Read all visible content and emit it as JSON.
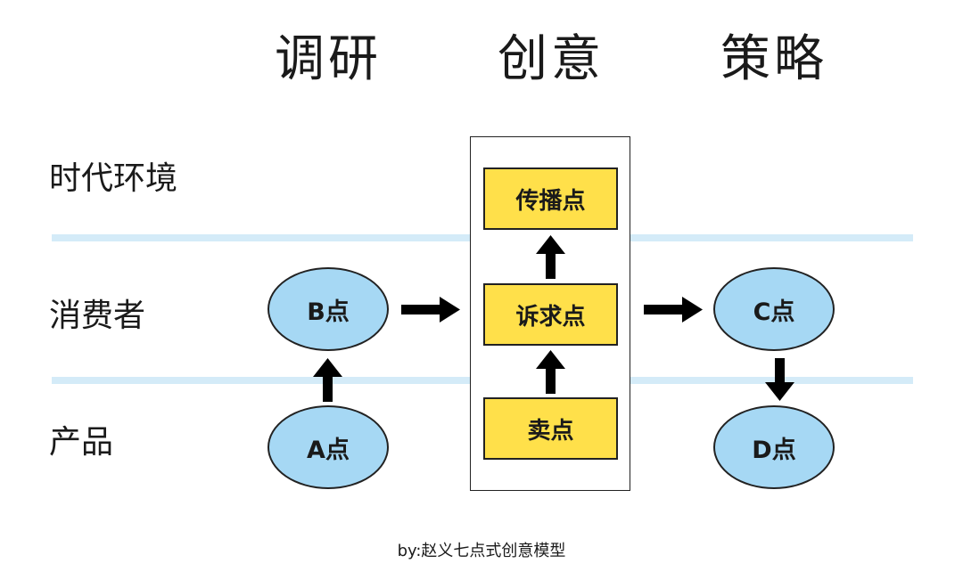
{
  "headers": {
    "research": "调研",
    "idea": "创意",
    "strategy": "策略"
  },
  "rows": {
    "era": "时代环境",
    "consumer": "消费者",
    "product": "产品"
  },
  "center_boxes": {
    "spread": "传播点",
    "appeal": "诉求点",
    "sell": "卖点"
  },
  "points": {
    "a": "A点",
    "b": "B点",
    "c": "C点",
    "d": "D点"
  },
  "caption": "by:赵义七点式创意模型",
  "colors": {
    "box_fill": "#ffe04a",
    "ellipse_fill": "#a6d8f4",
    "divider": "#d4ebf8",
    "stroke": "#222222"
  }
}
